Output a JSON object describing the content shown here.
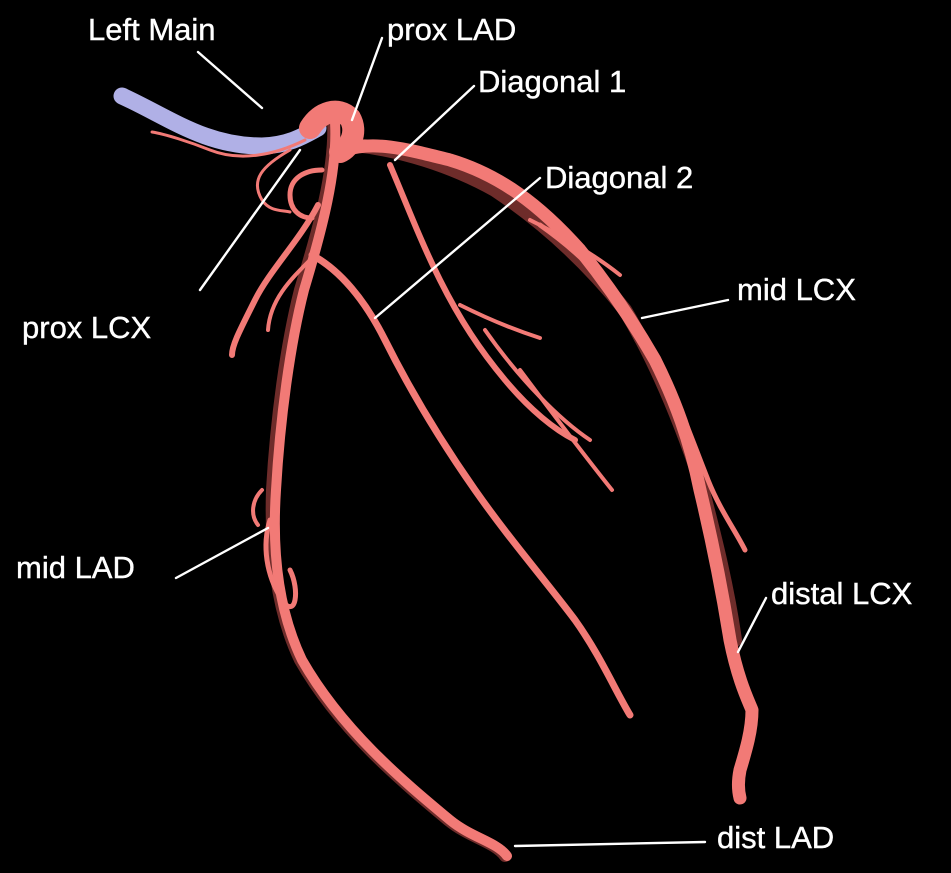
{
  "labels": {
    "left_main": "Left Main",
    "prox_lad": "prox LAD",
    "diagonal_1": "Diagonal 1",
    "diagonal_2": "Diagonal 2",
    "mid_lcx": "mid LCX",
    "prox_lcx": "prox LCX",
    "mid_lad": "mid LAD",
    "distal_lcx": "distal LCX",
    "dist_lad": "dist LAD"
  },
  "colors": {
    "background": "#000000",
    "vessel": "#f27a76",
    "vessel_shadow": "#c9504d",
    "catheter": "#b0b0e6",
    "label_text": "#ffffff"
  }
}
